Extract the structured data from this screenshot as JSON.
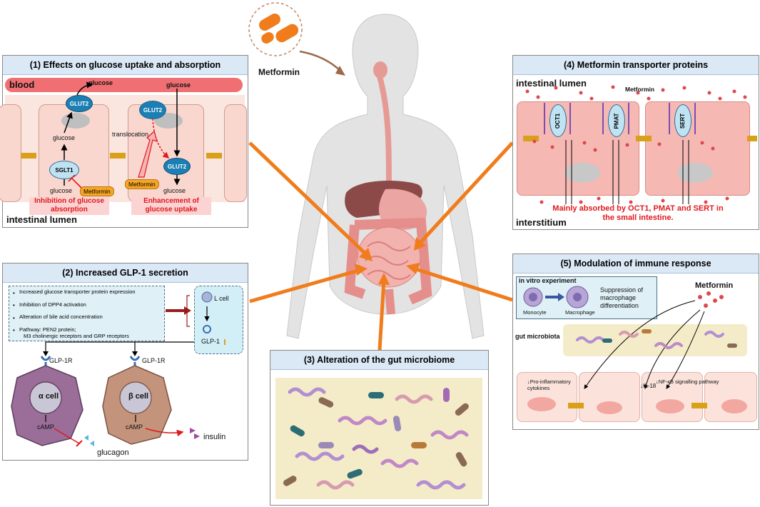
{
  "center": {
    "metformin_label": "Metformin"
  },
  "panel1": {
    "title": "(1) Effects on glucose uptake and absorption",
    "blood": "blood",
    "glucose_top_left": "glucose",
    "glucose_top_right": "glucose",
    "glut2": "GLUT2",
    "glut2_vesicle": "GLUT2",
    "glut2_membrane": "GLUT2",
    "glucose_mid": "glucose",
    "sglt1": "SGLT1",
    "glucose_bottom_left": "glucose",
    "glucose_bottom_right": "glucose",
    "translocation": "translocation",
    "metformin_left": "Metformin",
    "metformin_right": "Metformin",
    "inhibition": "Inhibition of glucose absorption",
    "enhancement": "Enhancement of glucose uptake",
    "lumen": "intestinal lumen"
  },
  "panel2": {
    "title": "(2) Increased GLP-1 secretion",
    "bullets": [
      "Increased glucose transporter protein expression",
      "Inhibition of DPP4 activation",
      "Alteration of bile acid concentration",
      "Pathway: PEN2 protein;"
    ],
    "bullet_cont": "M3 cholinergic receptors and GRP receptors",
    "lcell": "L cell",
    "glp1": "GLP-1",
    "glp1r_left": "GLP-1R",
    "glp1r_right": "GLP-1R",
    "alpha_cell": "α cell",
    "beta_cell": "β cell",
    "camp_left": "cAMP",
    "camp_right": "cAMP",
    "glucagon": "glucagon",
    "insulin": "insulin"
  },
  "panel3": {
    "title": "(3) Alteration of the gut microbiome"
  },
  "panel4": {
    "title": "(4) Metformin transporter proteins",
    "lumen": "intestinal lumen",
    "metformin": "Metformin",
    "oct1": "OCT1",
    "pmat": "PMAT",
    "sert": "SERT",
    "note": "Mainly absorbed by OCT1, PMAT and SERT in the small intestine.",
    "interstitium": "interstitium"
  },
  "panel5": {
    "title": "(5) Modulation of immune response",
    "invitro": "in vitro experiment",
    "monocyte": "Monocyte",
    "macrophage": "Macrophage",
    "suppression": "Suppression of macrophage differentiation",
    "metformin": "Metformin",
    "gut_microbiota": "gut microbiota",
    "proinflam": "↓Pro-inflammatory cytokines",
    "il18": "↓IL-18",
    "nfkb": "↓NF-κB signalling pathway"
  },
  "colors": {
    "title_bg": "#dbe9f7",
    "arrow_orange": "#f07c1c",
    "blood_red": "#f06f73",
    "cell_pink": "#f9d7cf",
    "junction_gold": "#d9a11a",
    "transporter_blue": "#1c7fb4",
    "alert_red": "#e0191d"
  }
}
